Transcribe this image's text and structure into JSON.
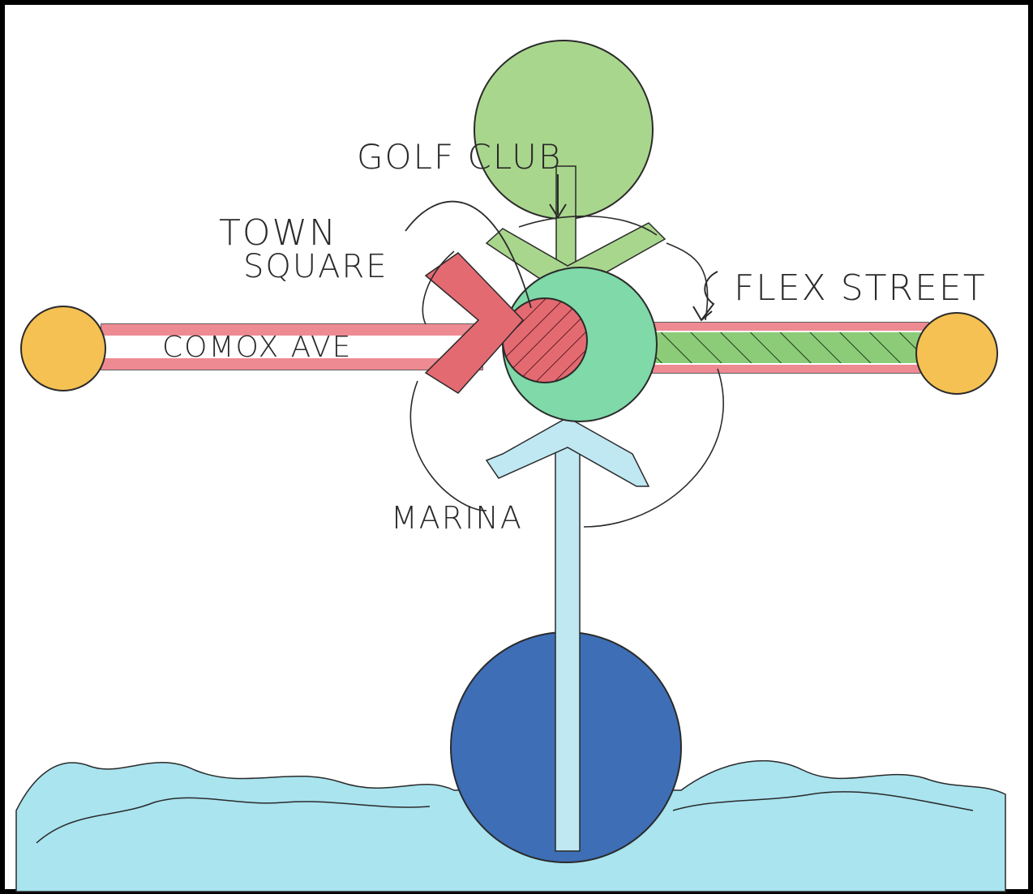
{
  "labels": {
    "golf_club": "GOLF CLUB",
    "town": "TOWN",
    "square": "SQUARE",
    "flex_street": "FLEX STREET",
    "comox_ave": "COMOX AVE",
    "marina": "MARINA"
  },
  "colors": {
    "golf": "#a9d68d",
    "town": "#e46a72",
    "hub": "#7fd9a8",
    "flex": "#8ccc78",
    "comox": "#ee8a92",
    "node": "#f5c153",
    "marina_path": "#bfe8f2",
    "marina": "#3e6fb6",
    "water": "#a9e4ef",
    "ink": "#2a2a2a"
  }
}
